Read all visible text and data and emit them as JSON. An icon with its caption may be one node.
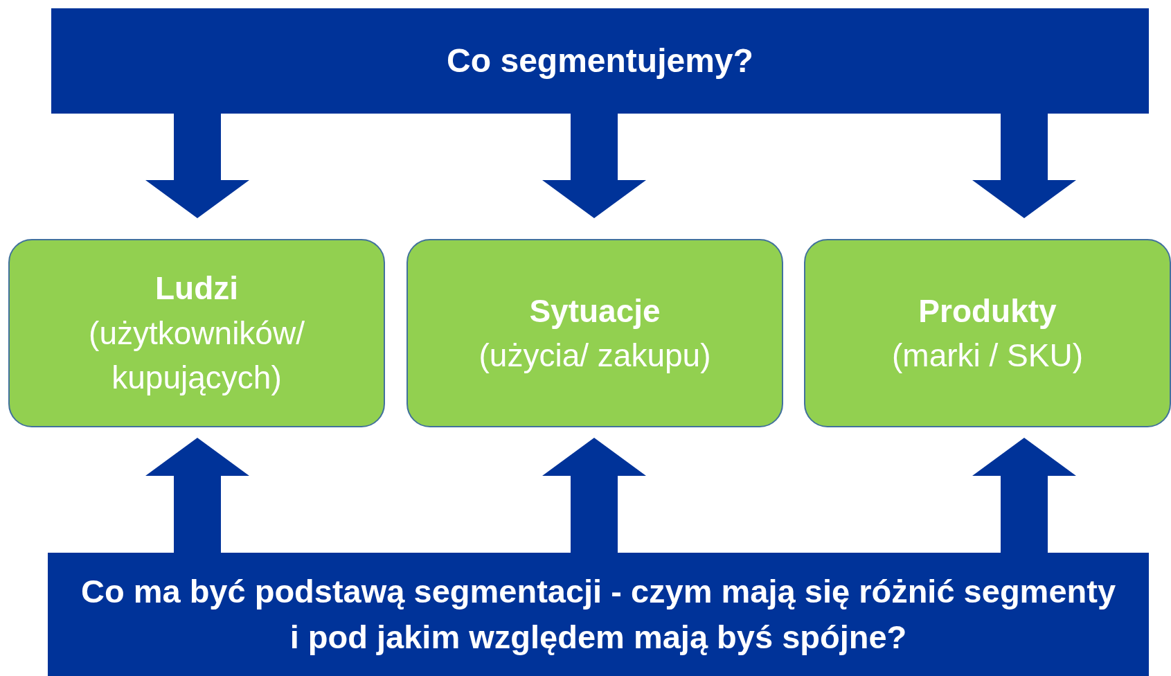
{
  "diagram": {
    "nodes": [
      {
        "text": [
          "Co segmentujemy?"
        ]
      },
      {
        "text": [
          "Ludzi",
          "(użytkowników/ kupujących)"
        ]
      },
      {
        "text": [
          "Sytuacje",
          "(użycia/ zakupu)"
        ]
      },
      {
        "text": [
          "Produkty",
          "(marki / SKU)"
        ]
      },
      {
        "text": [
          "Co ma być podstawą segmentacji - czym mają się różnić segmenty i pod jakim względem mają byś spójne?"
        ]
      }
    ],
    "edges": [
      {
        "from": 0,
        "to": 1,
        "arrow": "to"
      },
      {
        "from": 0,
        "to": 2,
        "arrow": "to"
      },
      {
        "from": 0,
        "to": 3,
        "arrow": "to"
      },
      {
        "from": 4,
        "to": 1,
        "arrow": "to"
      },
      {
        "from": 4,
        "to": 2,
        "arrow": "to"
      },
      {
        "from": 4,
        "to": 3,
        "arrow": "to"
      }
    ]
  }
}
